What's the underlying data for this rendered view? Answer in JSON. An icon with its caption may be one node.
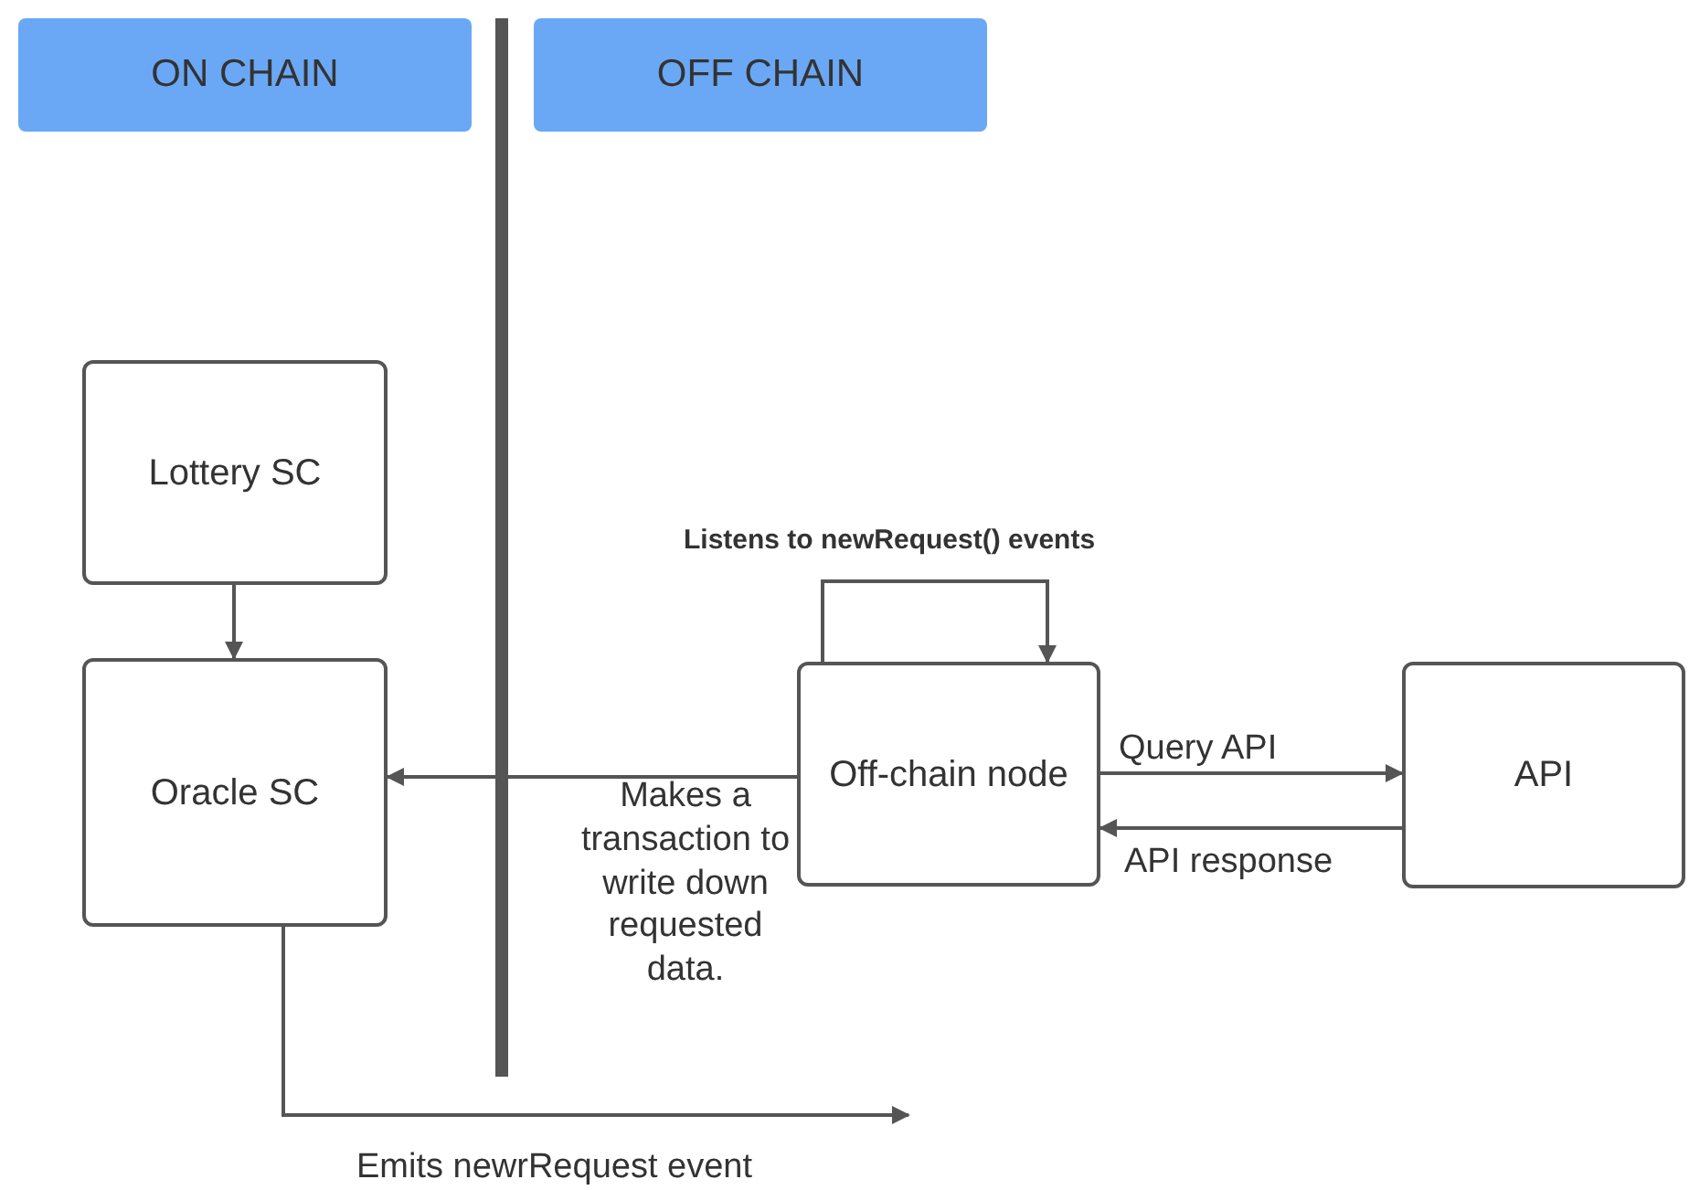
{
  "diagram": {
    "nodes": [
      {
        "text": [
          "ON CHAIN"
        ]
      },
      {
        "text": [
          "OFF CHAIN"
        ]
      },
      {
        "text": [
          "Lottery SC"
        ]
      },
      {
        "text": [
          "Oracle SC"
        ]
      },
      {
        "text": [
          "Off-chain node"
        ]
      },
      {
        "text": [
          "API"
        ]
      }
    ],
    "edges": [
      {
        "from": 2,
        "to": 3,
        "arrow": "to"
      },
      {
        "from": 4,
        "to": 3,
        "arrow": "to",
        "label": "Makes a transaction to write down requested data."
      },
      {
        "from": 4,
        "to": 4,
        "arrow": "to",
        "label": "Listens to newRequest() events"
      },
      {
        "from": 4,
        "to": 5,
        "arrow": "to",
        "label": "Query API"
      },
      {
        "from": 5,
        "to": 4,
        "arrow": "to",
        "label": "API response"
      },
      {
        "from": 3,
        "to": null,
        "arrow": "to",
        "label": "Emits newrRequest event"
      }
    ]
  }
}
